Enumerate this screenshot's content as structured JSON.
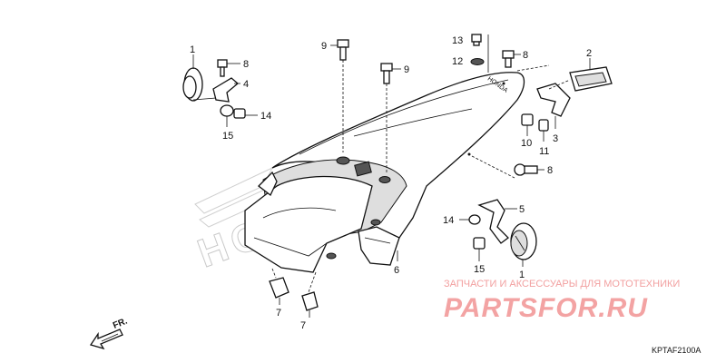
{
  "diagram": {
    "brand_mark": "HONDA",
    "direction_label": "FR.",
    "diagram_code": "KPTAF2100A",
    "watermark_caption": "ЗАПЧАСТИ И АКСЕССУАРЫ ДЛЯ МОТОТЕХНИКИ",
    "watermark_logo": "PARTSFOR.RU",
    "callouts": [
      "1",
      "8",
      "4",
      "14",
      "15",
      "9",
      "9",
      "13",
      "12",
      "8",
      "2",
      "3",
      "10",
      "11",
      "8",
      "5",
      "14",
      "15",
      "1",
      "6",
      "7",
      "7"
    ]
  }
}
